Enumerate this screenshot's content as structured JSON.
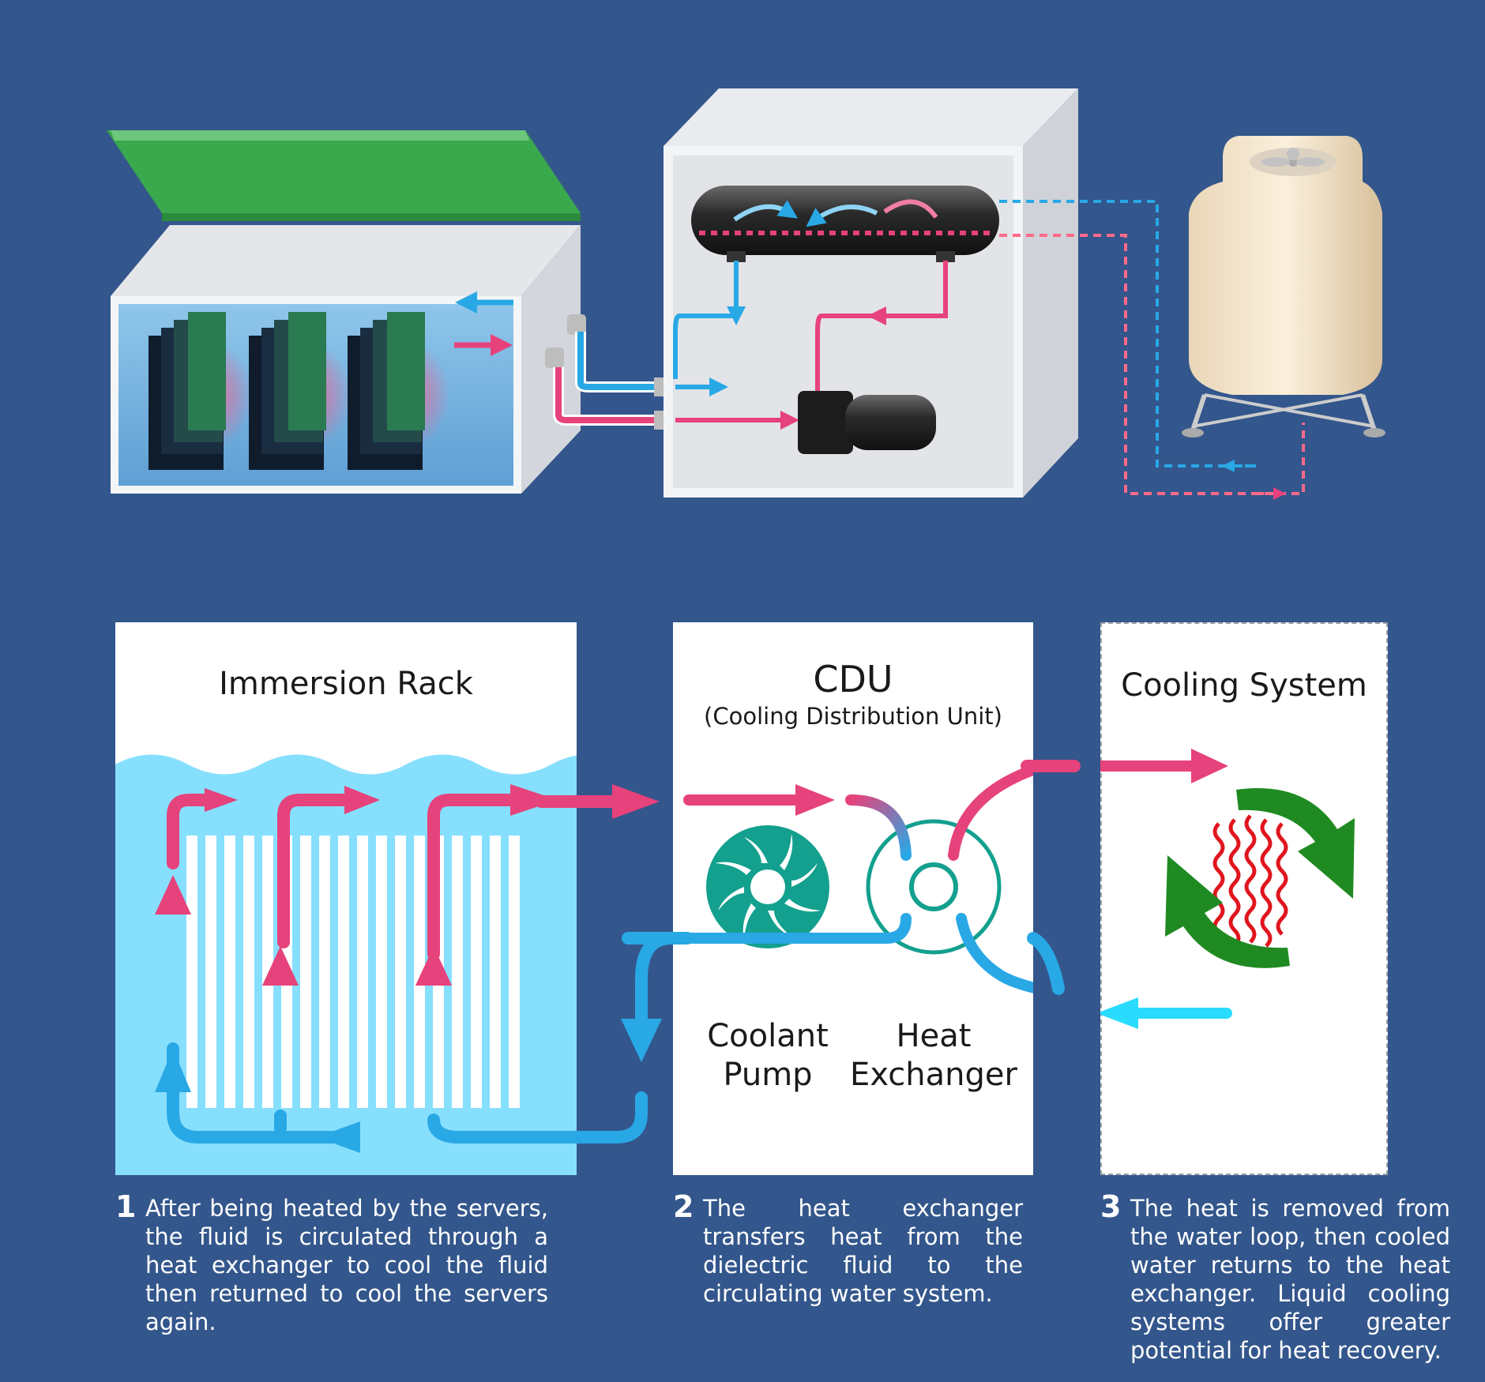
{
  "panels": {
    "rack": {
      "title": "Immersion Rack"
    },
    "cdu": {
      "title": "CDU",
      "subtitle": "(Cooling Distribution Unit)",
      "pump_label": "Coolant Pump",
      "exchanger_label": "Heat Exchanger"
    },
    "cooling": {
      "title": "Cooling System"
    }
  },
  "steps": [
    {
      "number": "1",
      "text": "After being heated by the servers, the fluid is circulated through a heat exchanger to cool the fluid then returned to cool the servers again."
    },
    {
      "number": "2",
      "text": "The heat exchanger transfers heat from the dielectric fluid to the circulating water system."
    },
    {
      "number": "3",
      "text": "The heat is removed from the water loop, then cooled water returns to the heat exchanger. Liquid cooling systems offer greater potential for heat recovery."
    }
  ],
  "colors": {
    "background": "#33568c",
    "hot": "#e6427c",
    "cold": "#29a8e6",
    "green": "#1f8a22",
    "lid": "#3aa84d",
    "teal": "#13a08e"
  }
}
